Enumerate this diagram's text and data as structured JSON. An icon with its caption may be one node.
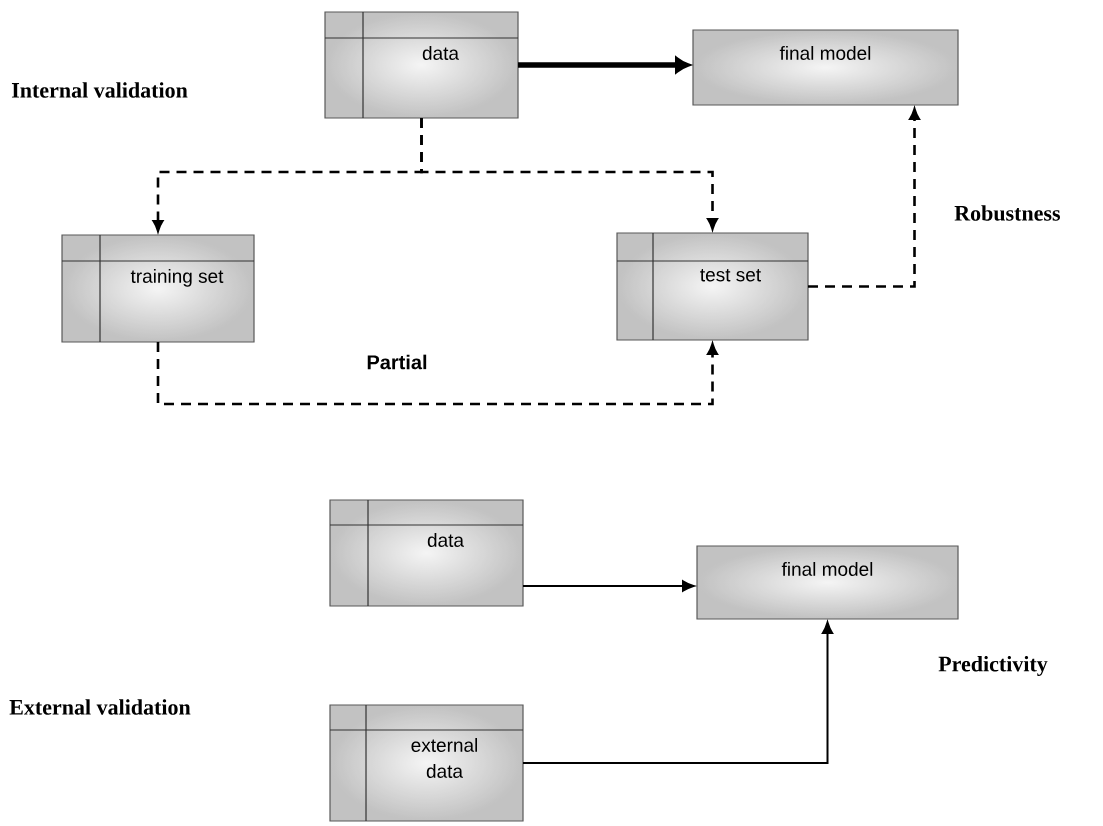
{
  "diagram": {
    "nodes": [
      {
        "text": [
          "data"
        ]
      },
      {
        "text": [
          "final model"
        ]
      },
      {
        "text": [
          "training set"
        ]
      },
      {
        "text": [
          "test set"
        ]
      },
      {
        "text": [
          "data"
        ]
      },
      {
        "text": [
          "final model"
        ]
      },
      {
        "text": [
          "external data"
        ]
      }
    ],
    "edges": [
      {
        "from": 0,
        "to": 1,
        "arrow": "to",
        "style": "thick"
      },
      {
        "from": 0,
        "to": 2,
        "arrow": "to",
        "style": "dashed"
      },
      {
        "from": 0,
        "to": 3,
        "arrow": "to",
        "style": "dashed"
      },
      {
        "from": 2,
        "to": 3,
        "arrow": "to",
        "style": "dashed"
      },
      {
        "from": 3,
        "to": 1,
        "arrow": "to",
        "style": "dashed"
      },
      {
        "from": 4,
        "to": 5,
        "arrow": "to"
      },
      {
        "from": 6,
        "to": 5,
        "arrow": "to"
      }
    ],
    "labels": [
      "Internal validation",
      "Robustness",
      "Partial",
      "External validation",
      "Predictivity"
    ]
  }
}
